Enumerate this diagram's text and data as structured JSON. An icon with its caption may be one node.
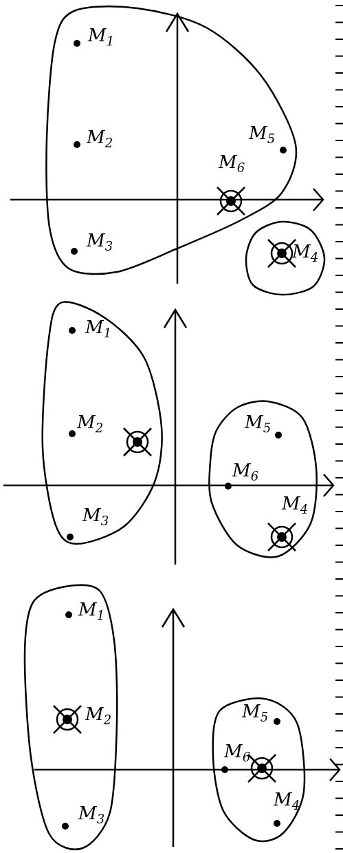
{
  "diagram": {
    "nodes": [
      {
        "text": [
          "M$_{1}$",
          "M$_{2}$",
          "M$_{3}$",
          "M$_{5}$",
          "M$_{6}$"
        ]
      },
      {
        "text": [
          "M$_{4}$"
        ]
      },
      {
        "text": [
          "M$_{1}$",
          "M$_{2}$",
          "M$_{3}$"
        ]
      },
      {
        "text": [
          "M$_{5}$",
          "M$_{6}$",
          "M$_{4}$"
        ]
      },
      {
        "text": [
          "M$_{1}$",
          "M$_{2}$",
          "M$_{3}$"
        ]
      },
      {
        "text": [
          "M$_{5}$",
          "M$_{6}$",
          "M$_{4}$"
        ]
      }
    ]
  }
}
